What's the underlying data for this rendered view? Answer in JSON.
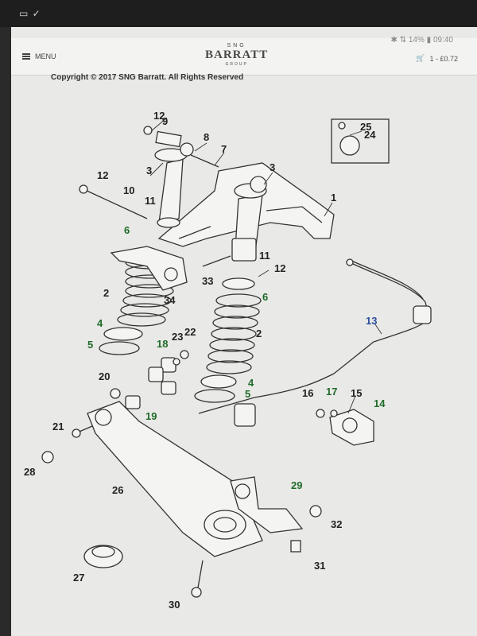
{
  "status_bar": {
    "time": "09:40",
    "battery": "14%"
  },
  "app_bar": {
    "menu_label": "MENU",
    "brand_top": "SNG",
    "brand_name": "BARRATT",
    "brand_bottom": "GROUP",
    "cart_total": "1 - £0.72"
  },
  "copyright": "Copyright © 2017 SNG Barratt. All Rights Reserved",
  "callouts": [
    {
      "id": "1",
      "color": "black"
    },
    {
      "id": "2",
      "color": "black"
    },
    {
      "id": "3",
      "color": "black"
    },
    {
      "id": "4",
      "color": "green"
    },
    {
      "id": "5",
      "color": "green"
    },
    {
      "id": "6",
      "color": "green"
    },
    {
      "id": "7",
      "color": "black"
    },
    {
      "id": "8",
      "color": "black"
    },
    {
      "id": "9",
      "color": "black"
    },
    {
      "id": "10",
      "color": "black"
    },
    {
      "id": "11",
      "color": "black"
    },
    {
      "id": "12",
      "color": "black"
    },
    {
      "id": "13",
      "color": "blue"
    },
    {
      "id": "14",
      "color": "green"
    },
    {
      "id": "15",
      "color": "black"
    },
    {
      "id": "16",
      "color": "black"
    },
    {
      "id": "17",
      "color": "green"
    },
    {
      "id": "18",
      "color": "green"
    },
    {
      "id": "19",
      "color": "green"
    },
    {
      "id": "20",
      "color": "black"
    },
    {
      "id": "21",
      "color": "black"
    },
    {
      "id": "22",
      "color": "black"
    },
    {
      "id": "23",
      "color": "black"
    },
    {
      "id": "24",
      "color": "black"
    },
    {
      "id": "25",
      "color": "black"
    },
    {
      "id": "26",
      "color": "black"
    },
    {
      "id": "27",
      "color": "black"
    },
    {
      "id": "28",
      "color": "black"
    },
    {
      "id": "29",
      "color": "green"
    },
    {
      "id": "30",
      "color": "black"
    },
    {
      "id": "31",
      "color": "black"
    },
    {
      "id": "32",
      "color": "black"
    },
    {
      "id": "33",
      "color": "black"
    },
    {
      "id": "34",
      "color": "black"
    }
  ],
  "colors": {
    "black_label": "#222222",
    "green_label": "#1f6b2a",
    "blue_label": "#2b4f9e",
    "screen_bg": "#e9e9e7"
  }
}
